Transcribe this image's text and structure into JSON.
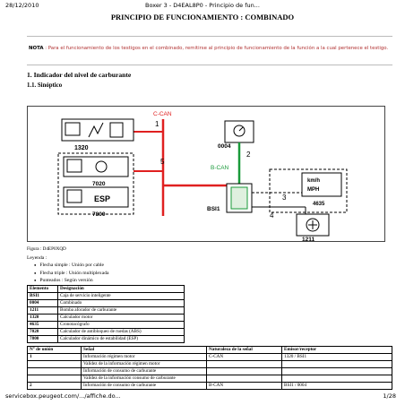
{
  "header": {
    "date": "28/12/2010",
    "title": "Boxer 3 - D4EAL8P0 - Principio de fun..."
  },
  "doc_title": "PRINCIPIO DE FUNCIONAMIENTO : COMBINADO",
  "note": {
    "label": "NOTA",
    "text": " : Para el funcionamiento de los testigos en el combinado, remitirse al principio de funcionamiento de la función a la cual pertenece el testigo."
  },
  "section1": "1. Indicador del nivel de carburante",
  "section11": "1.1. Sinóptico",
  "diagram": {
    "bus_ccan": "C-CAN",
    "bus_bcan": "B-CAN",
    "c1320": "1320",
    "c7020": "7020",
    "c7800": "7800",
    "c0004": "0004",
    "c4635": "4635",
    "c1211": "1211",
    "bsi": "BSI1",
    "esp": "ESP",
    "kmh": "km/h",
    "mph": "MPH",
    "l1": "1",
    "l2": "2",
    "l3": "3",
    "l4": "4",
    "l5": "5"
  },
  "figure_caption": "Figura : D4EP0XQD",
  "legend": {
    "title": "Leyenda :",
    "items": [
      "Flecha simple : Unión por cable",
      "Flecha triple : Unión multiplexada",
      "Punteados : Según versión"
    ]
  },
  "elements": {
    "headers": [
      "Elemento",
      "Designación"
    ],
    "rows": [
      [
        "BSI1",
        "Caja de servicio inteligente"
      ],
      [
        "0004",
        "Combinado"
      ],
      [
        "1211",
        "Bomba aforador de carburante"
      ],
      [
        "1320",
        "Calculador motor"
      ],
      [
        "4635",
        "Cronotacógrafo"
      ],
      [
        "7020",
        "Calculador de antibloqueo de ruedas (ABS)"
      ],
      [
        "7800",
        "Calculador dinámico de estabilidad (ESP)"
      ]
    ]
  },
  "links": {
    "headers": [
      "N° de unión",
      "Señal",
      "Naturaleza de la señal",
      "Emisor/receptor"
    ],
    "rows": [
      [
        "1",
        "Información régimen motor",
        "C-CAN",
        "1320 / BSI1"
      ],
      [
        "",
        "Validez de la información régimen motor",
        "",
        ""
      ],
      [
        "",
        "Información de consumo de carburante",
        "",
        ""
      ],
      [
        "",
        "Validez de la información consumo de carburante",
        "",
        ""
      ],
      [
        "2",
        "Información de consumo de carburante",
        "B-CAN",
        "BSI1 / 0004"
      ]
    ]
  },
  "footer": {
    "url": "servicebox.peugeot.com/.../affiche.do...",
    "page": "1/28"
  }
}
